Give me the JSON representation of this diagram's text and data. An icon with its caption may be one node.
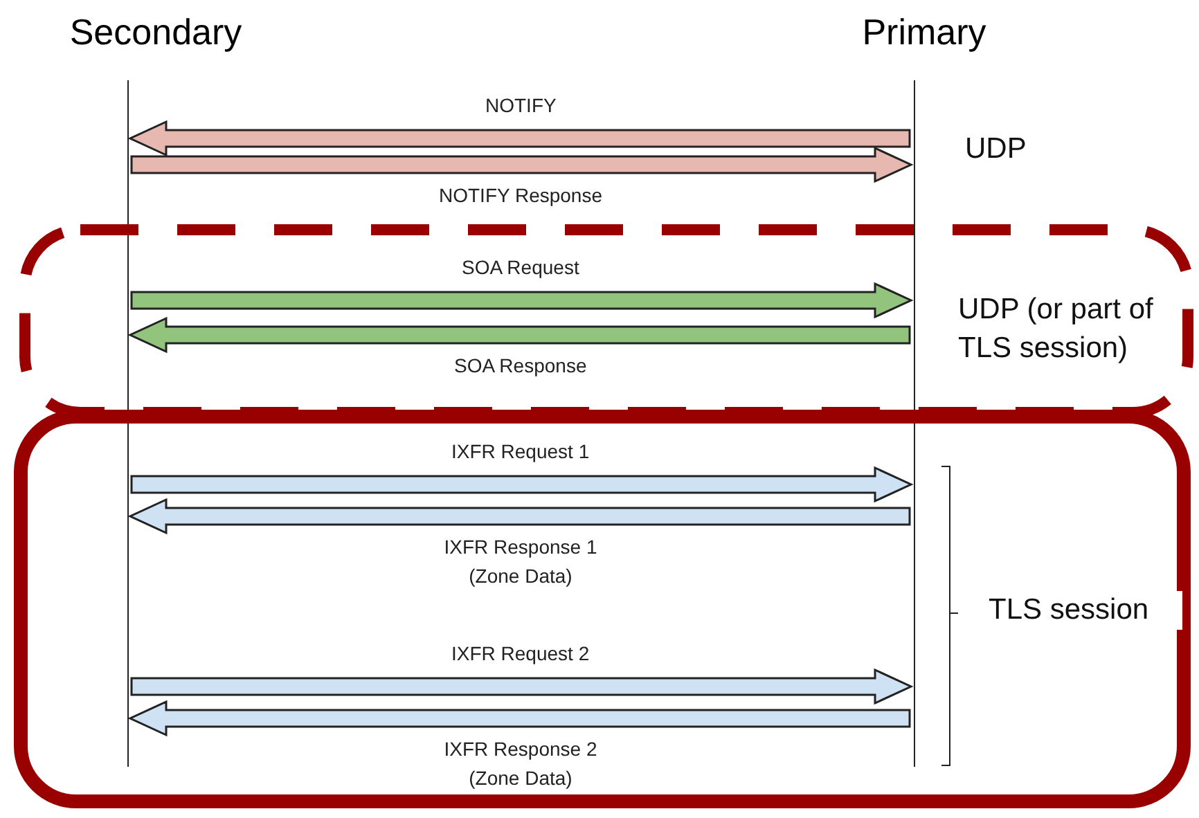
{
  "diagram": {
    "nodes": [
      {
        "text": [
          "Secondary"
        ]
      },
      {
        "text": [
          "Primary"
        ]
      },
      {
        "text": [
          "UDP (or part of TLS session)"
        ]
      },
      {
        "text": [
          "TLS session"
        ]
      }
    ],
    "edges": [
      {
        "from": 1,
        "to": 0,
        "arrow": "to",
        "label": "NOTIFY",
        "color": "#e6b8af"
      },
      {
        "from": 0,
        "to": 1,
        "arrow": "to",
        "label": "NOTIFY Response",
        "color": "#e6b8af"
      },
      {
        "from": 0,
        "to": 1,
        "arrow": "to",
        "label": "SOA Request",
        "color": "#93c47d"
      },
      {
        "from": 1,
        "to": 0,
        "arrow": "to",
        "label": "SOA Response",
        "color": "#93c47d"
      },
      {
        "from": 0,
        "to": 1,
        "arrow": "to",
        "label": "IXFR Request 1"
      },
      {
        "from": 1,
        "to": 0,
        "arrow": "to",
        "label": "IXFR Response 1 (Zone Data)"
      },
      {
        "from": 0,
        "to": 1,
        "arrow": "to",
        "label": "IXFR Request 2"
      },
      {
        "from": 1,
        "to": 0,
        "arrow": "to",
        "label": "IXFR Response 2 (Zone Data)"
      }
    ],
    "labels": [
      "UDP"
    ]
  }
}
